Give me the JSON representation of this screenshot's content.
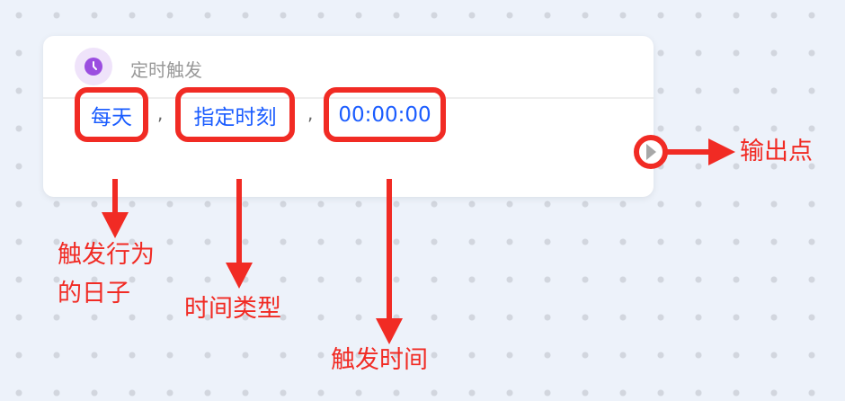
{
  "node": {
    "title": "定时触发",
    "icon": "clock-icon",
    "tokens": [
      "每天",
      "指定时刻",
      "00:00:00"
    ],
    "separator": ","
  },
  "annotations": {
    "output": "输出点",
    "day": "触发行为的日子",
    "day_line1": "触发行为",
    "day_line2": "的日子",
    "type": "时间类型",
    "time": "触发时间"
  },
  "colors": {
    "accent": "#1a5cff",
    "annotation": "#f12b24",
    "icon": "#9b4de0"
  }
}
